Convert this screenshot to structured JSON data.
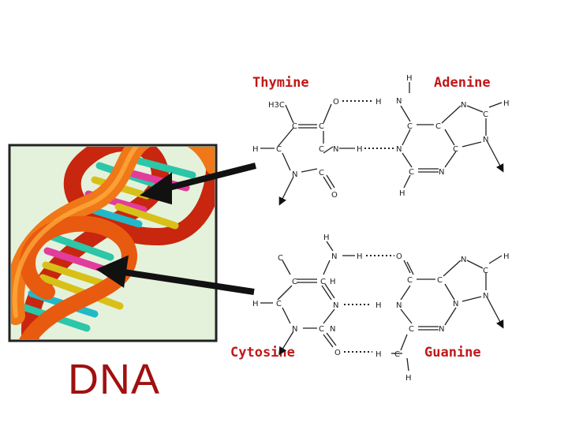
{
  "caption": "DNA",
  "colors": {
    "caption": "#a01010",
    "base_name": "#c01818",
    "bond": "#222222",
    "clipart_bg": "#e4f2dc",
    "helix_orange": "#f07818",
    "helix_red": "#d82810"
  },
  "top_pair": {
    "left_base": "Thymine",
    "right_base": "Adenine",
    "atoms": [
      "H3C",
      "C",
      "C",
      "C",
      "H",
      "C",
      "N",
      "N",
      "C",
      "O",
      "O",
      "H",
      "H",
      "N",
      "N",
      "C",
      "C",
      "C",
      "N",
      "N",
      "C",
      "N",
      "C",
      "H",
      "H",
      "H",
      "N",
      "C",
      "H"
    ]
  },
  "bottom_pair": {
    "left_base": "Cytosine",
    "right_base": "Guanine",
    "atoms": [
      "H",
      "N",
      "H",
      "C",
      "C",
      "C",
      "H",
      "C",
      "N",
      "N",
      "C",
      "O",
      "H",
      "O",
      "N",
      "H",
      "C",
      "C",
      "N",
      "N",
      "C",
      "N",
      "C",
      "N",
      "H",
      "H",
      "H",
      "N",
      "C",
      "H"
    ]
  },
  "icons": [
    "dna-helix-clipart-icon",
    "pointer-arrow-icon"
  ]
}
